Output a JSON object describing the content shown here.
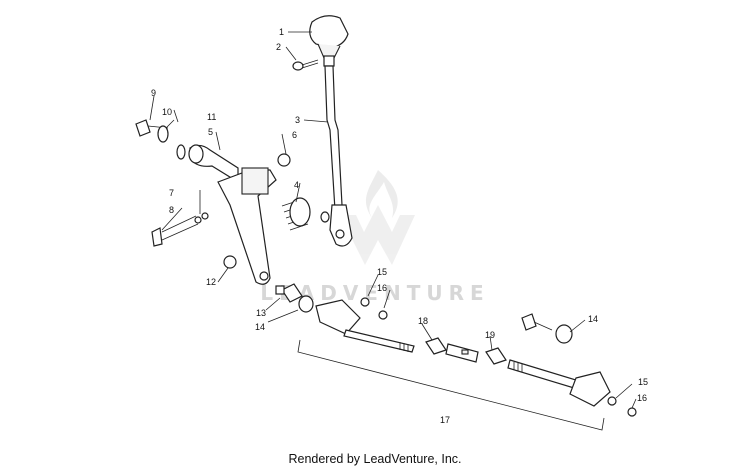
{
  "diagram": {
    "callouts": [
      "1",
      "2",
      "3",
      "4",
      "5",
      "6",
      "7",
      "8",
      "9",
      "10",
      "11",
      "12",
      "13",
      "14",
      "15",
      "16",
      "17",
      "18",
      "19",
      "14",
      "15",
      "16"
    ],
    "watermark": "LEADVENTURE",
    "footer": "Rendered by LeadVenture, Inc."
  }
}
